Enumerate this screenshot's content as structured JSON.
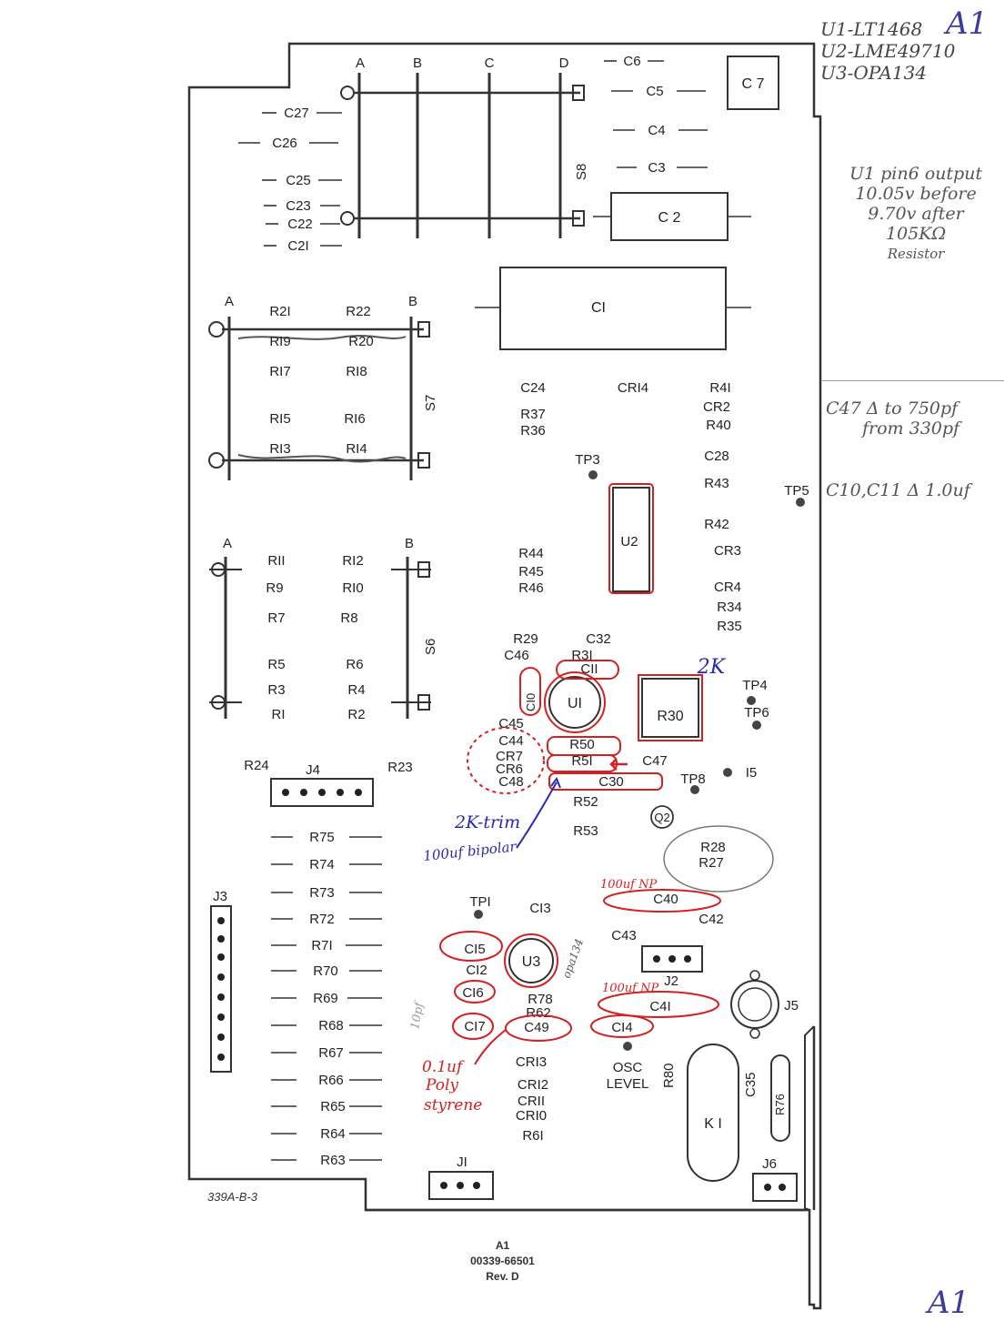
{
  "sheet": {
    "corner_mark": "A1",
    "bottom_corner_mark": "A1",
    "board_code": "339A-B-3",
    "footer": {
      "assembly": "A1",
      "part_number": "00339-66501",
      "revision": "Rev. D"
    }
  },
  "margin_notes": {
    "ic_list": [
      "U1-LT1468",
      "U2-LME49710",
      "U3-OPA134"
    ],
    "u1_note": [
      "U1 pin6 output",
      "10.05v before",
      "9.70v after",
      "105KΩ",
      "Resistor"
    ],
    "c47_note": [
      "C47 Δ to 750pf",
      "from 330pf"
    ],
    "c10_note": "C10,C11 Δ 1.0uf"
  },
  "switches": {
    "s8": {
      "name": "S8",
      "poles": [
        "A",
        "B",
        "C",
        "D"
      ]
    },
    "s7": {
      "name": "S7",
      "poles": [
        "A",
        "B"
      ]
    },
    "s6": {
      "name": "S6",
      "poles": [
        "A",
        "B"
      ]
    }
  },
  "components": {
    "c7": "C 7",
    "c6": "C6",
    "c5": "C5",
    "c4": "C4",
    "c3": "C3",
    "c2": "C 2",
    "c1": "CI",
    "c27": "C27",
    "c26": "C26",
    "c25": "C25",
    "c23": "C23",
    "c22": "C22",
    "c21": "C2I",
    "r21": "R2I",
    "r22": "R22",
    "r19": "RI9",
    "r20": "R20",
    "r17": "RI7",
    "r18": "RI8",
    "r15": "RI5",
    "r16": "RI6",
    "r13": "RI3",
    "r14": "RI4",
    "r11": "RII",
    "r12": "RI2",
    "r9": "R9",
    "r10": "RI0",
    "r7": "R7",
    "r8": "R8",
    "r5": "R5",
    "r6": "R6",
    "r3": "R3",
    "r4": "R4",
    "r1": "RI",
    "r2": "R2",
    "c24": "C24",
    "cr14": "CRI4",
    "r41": "R4I",
    "cr2": "CR2",
    "r40": "R40",
    "r37": "R37",
    "r36": "R36",
    "tp3": "TP3",
    "c28": "C28",
    "r43": "R43",
    "tp5": "TP5",
    "u2": "U2",
    "r42": "R42",
    "cr3": "CR3",
    "r44": "R44",
    "r45": "R45",
    "r46": "R46",
    "cr4": "CR4",
    "r34": "R34",
    "r35": "R35",
    "r29": "R29",
    "c32": "C32",
    "c46": "C46",
    "r31": "R3I",
    "c11": "CII",
    "c10": "CI0",
    "u1": "UI",
    "r30": "R30",
    "tp4": "TP4",
    "tp6": "TP6",
    "c45": "C45",
    "c44": "C44",
    "r50": "R50",
    "cr7": "CR7",
    "r51": "R5I",
    "c47": "C47",
    "cr6": "CR6",
    "c48": "C48",
    "c30": "C30",
    "tp8": "TP8",
    "i15": "I5",
    "r24": "R24",
    "j4": "J4",
    "r23": "R23",
    "r52": "R52",
    "q2": "Q2",
    "r53": "R53",
    "r28": "R28",
    "r27": "R27",
    "r75": "R75",
    "r74": "R74",
    "r73": "R73",
    "r72": "R72",
    "r71": "R7I",
    "r70": "R70",
    "r69": "R69",
    "r68": "R68",
    "r67": "R67",
    "r66": "R66",
    "r65": "R65",
    "r64": "R64",
    "r63": "R63",
    "j3": "J3",
    "tp1": "TPI",
    "c13": "CI3",
    "c40": "C40",
    "c42": "C42",
    "c43": "C43",
    "c15": "CI5",
    "c12": "CI2",
    "u3": "U3",
    "j2": "J2",
    "c16": "CI6",
    "r78": "R78",
    "r62": "R62",
    "c41": "C4I",
    "j5": "J5",
    "c17": "CI7",
    "c49": "C49",
    "c14": "CI4",
    "osc": "OSC",
    "level": "LEVEL",
    "r80": "R80",
    "c35": "C35",
    "r76": "R76",
    "cr13": "CRI3",
    "cr12": "CRI2",
    "cr11": "CRII",
    "cr10": "CRI0",
    "r61": "R6I",
    "k1": "K I",
    "j1": "JI",
    "j6": "J6"
  },
  "annotations": {
    "r30_value": "2K",
    "trim": "2K-trim",
    "bipolar": "100uf bipolar",
    "c40_value": "100uf NP",
    "c41_value": "100uf NP",
    "c49_note": [
      "0.1uf",
      "Poly",
      "styrene"
    ],
    "u3_side": "opa134",
    "c16_side": "10pf"
  },
  "colors": {
    "ink": "#222222",
    "red_markup": "#d42020",
    "blue_markup": "#2a2ab0",
    "pencil": "#777777"
  }
}
